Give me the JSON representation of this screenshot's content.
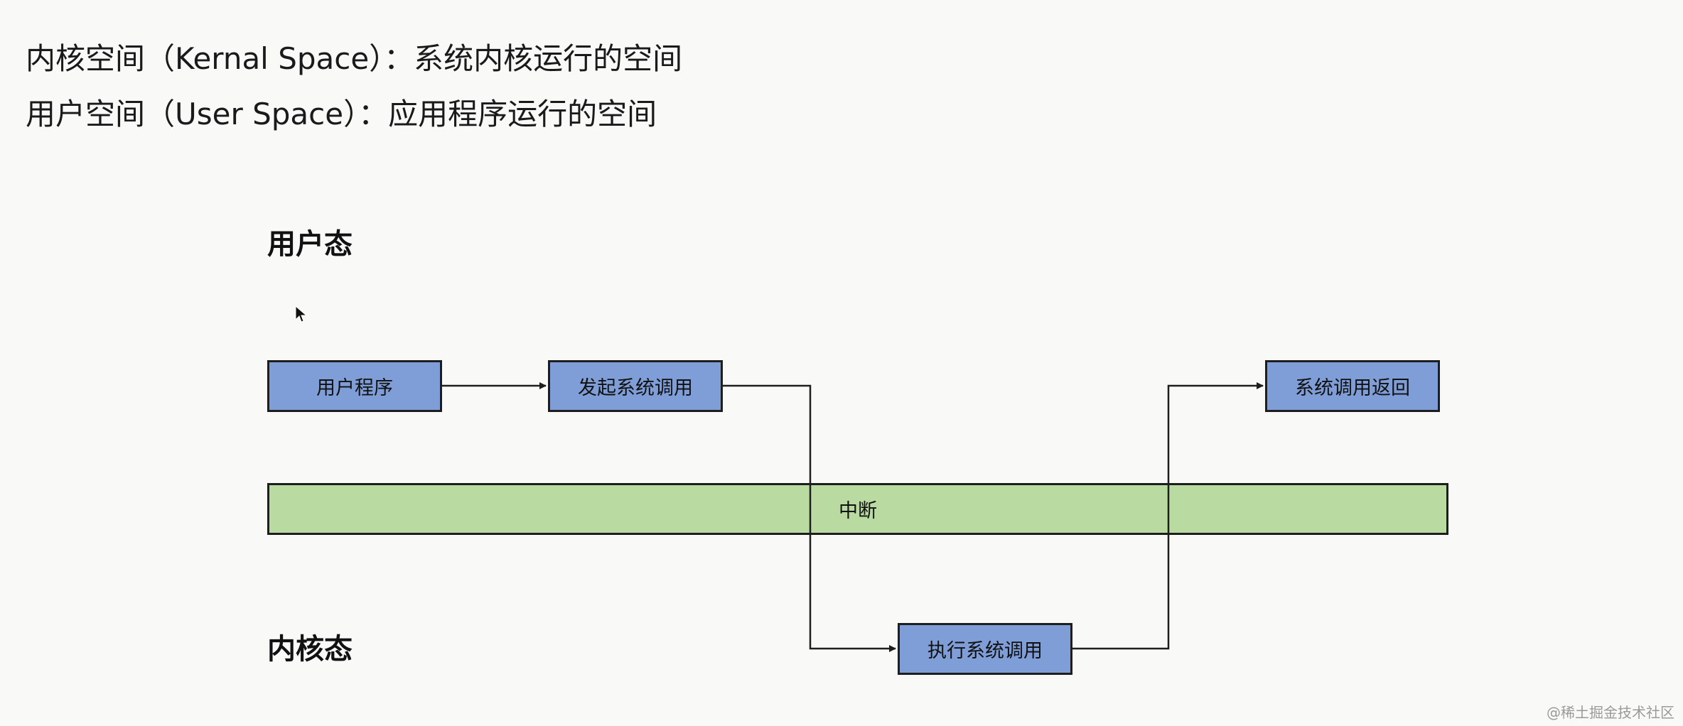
{
  "intro": {
    "kernel_space_line": "内核空间（Kernal Space）：系统内核运行的空间",
    "user_space_line": "用户空间（User Space）：应用程序运行的空间"
  },
  "diagram": {
    "user_mode_label": "用户态",
    "kernel_mode_label": "内核态",
    "nodes": {
      "user_program": "用户程序",
      "initiate_syscall": "发起系统调用",
      "syscall_return": "系统调用返回",
      "execute_syscall": "执行系统调用",
      "interrupt": "中断"
    }
  },
  "watermark": "@稀土掘金技术社区",
  "colors": {
    "box_fill": "#7f9ed7",
    "interrupt_fill": "#b9dba1",
    "border": "#1e1e1e"
  }
}
